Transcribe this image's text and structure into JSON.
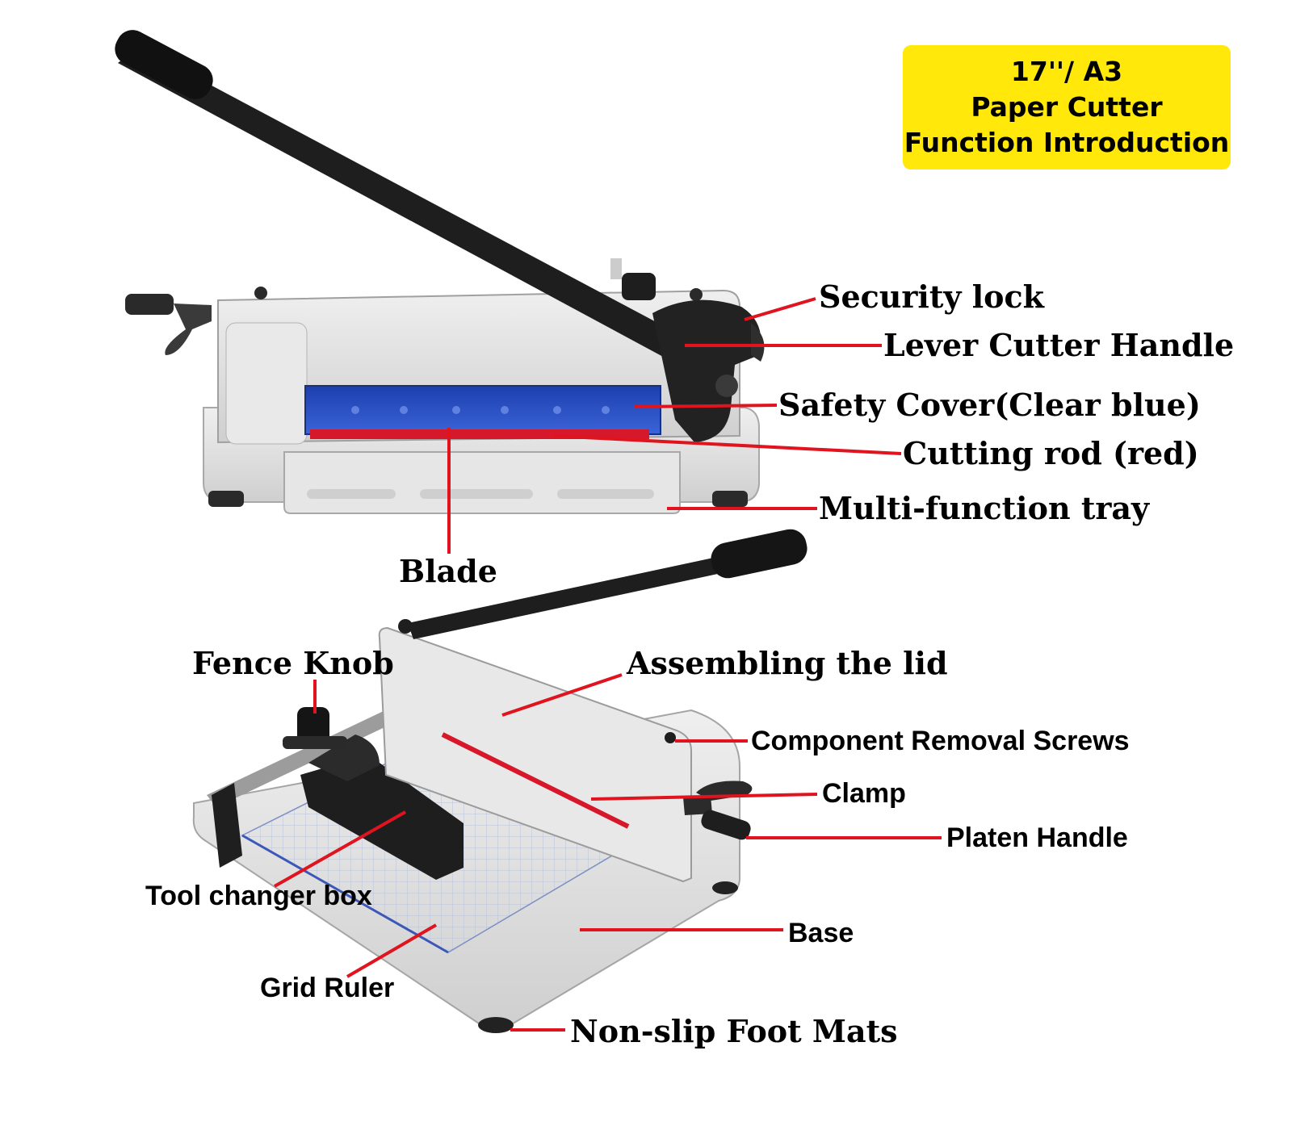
{
  "title": {
    "line1": "17''/ A3",
    "line2": "Paper Cutter",
    "line3": "Function Introduction",
    "bg": "#ffe80a"
  },
  "colors": {
    "leader": "#e0141e",
    "machine_body": "#dcdcdc",
    "handle": "#1e1e1e",
    "safety_cover": "#2448b8",
    "cutting_rod": "#d6182a"
  },
  "labels": {
    "security_lock": "Security lock",
    "lever_cutter_handle": "Lever Cutter Handle",
    "safety_cover": "Safety Cover(Clear blue)",
    "cutting_rod": "Cutting rod (red)",
    "multi_function_tray": "Multi-function tray",
    "blade": "Blade",
    "fence_knob": "Fence Knob",
    "assembling_lid": "Assembling the lid",
    "component_removal_screws": "Component Removal Screws",
    "clamp": "Clamp",
    "platen_handle": "Platen Handle",
    "tool_changer_box": "Tool changer box",
    "base": "Base",
    "grid_ruler": "Grid Ruler",
    "non_slip_foot_mats": "Non-slip Foot Mats"
  }
}
